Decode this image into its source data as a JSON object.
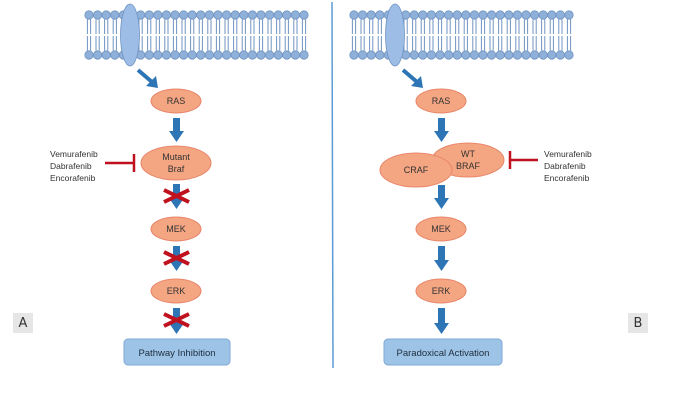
{
  "colors": {
    "membrane": "#8fb0d8",
    "membrane_stroke": "#6f93c2",
    "receptor": "#9dbde6",
    "node_fill": "#f4a582",
    "node_stroke": "#e9866a",
    "arrow": "#2e75b6",
    "block": "#c0111f",
    "box_fill": "#9dc3e6",
    "divider": "#5b9bd5"
  },
  "panel_a": {
    "label": "A",
    "nodes": [
      {
        "id": "ras",
        "lines": [
          "RAS"
        ]
      },
      {
        "id": "mutant-braf",
        "lines": [
          "Mutant",
          "Braf"
        ]
      },
      {
        "id": "mek",
        "lines": [
          "MEK"
        ]
      },
      {
        "id": "erk",
        "lines": [
          "ERK"
        ]
      }
    ],
    "drugs": [
      "Vemurafenib",
      "Dabrafenib",
      "Encorafenib"
    ],
    "blocked_steps": [
      "braf-to-mek",
      "mek-to-erk",
      "erk-to-outcome"
    ],
    "outcome": "Pathway Inhibition"
  },
  "panel_b": {
    "label": "B",
    "nodes": [
      {
        "id": "ras",
        "lines": [
          "RAS"
        ]
      },
      {
        "id": "craf",
        "lines": [
          "CRAF"
        ]
      },
      {
        "id": "wt-braf",
        "lines": [
          "WT",
          "BRAF"
        ]
      },
      {
        "id": "mek",
        "lines": [
          "MEK"
        ]
      },
      {
        "id": "erk",
        "lines": [
          "ERK"
        ]
      }
    ],
    "drugs": [
      "Vemurafenib",
      "Dabrafenib",
      "Encorafenib"
    ],
    "blocked_steps": [],
    "outcome": "Paradoxical Activation"
  }
}
